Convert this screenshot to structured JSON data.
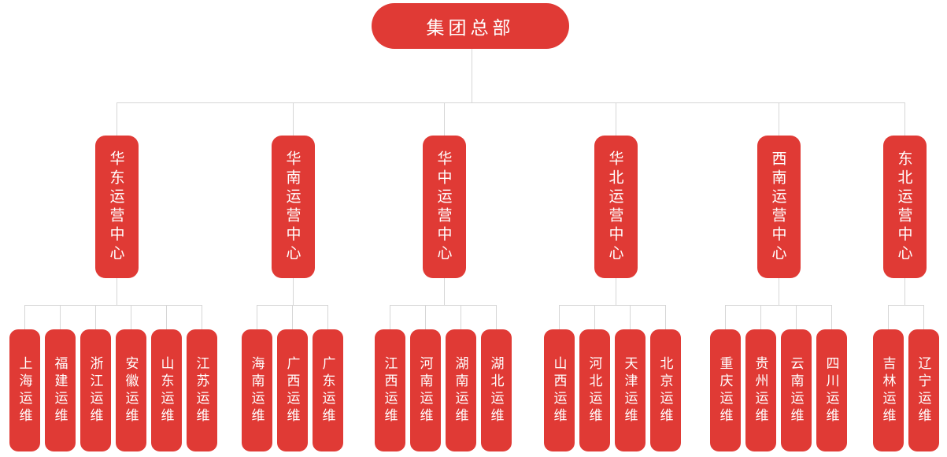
{
  "root": {
    "label": "集团总部"
  },
  "centers": [
    {
      "label": "华东运营中心",
      "units": [
        "上海运维",
        "福建运维",
        "浙江运维",
        "安徽运维",
        "山东运维",
        "江苏运维"
      ]
    },
    {
      "label": "华南运营中心",
      "units": [
        "海南运维",
        "广西运维",
        "广东运维"
      ]
    },
    {
      "label": "华中运营中心",
      "units": [
        "江西运维",
        "河南运维",
        "湖南运维",
        "湖北运维"
      ]
    },
    {
      "label": "华北运营中心",
      "units": [
        "山西运维",
        "河北运维",
        "天津运维",
        "北京运维"
      ]
    },
    {
      "label": "西南运营中心",
      "units": [
        "重庆运维",
        "贵州运维",
        "云南运维",
        "四川运维"
      ]
    },
    {
      "label": "东北运营中心",
      "units": [
        "吉林运维",
        "辽宁运维"
      ]
    }
  ],
  "colors": {
    "node": "#e03a35",
    "text": "#ffffff",
    "connector": "#d6d6d6"
  }
}
